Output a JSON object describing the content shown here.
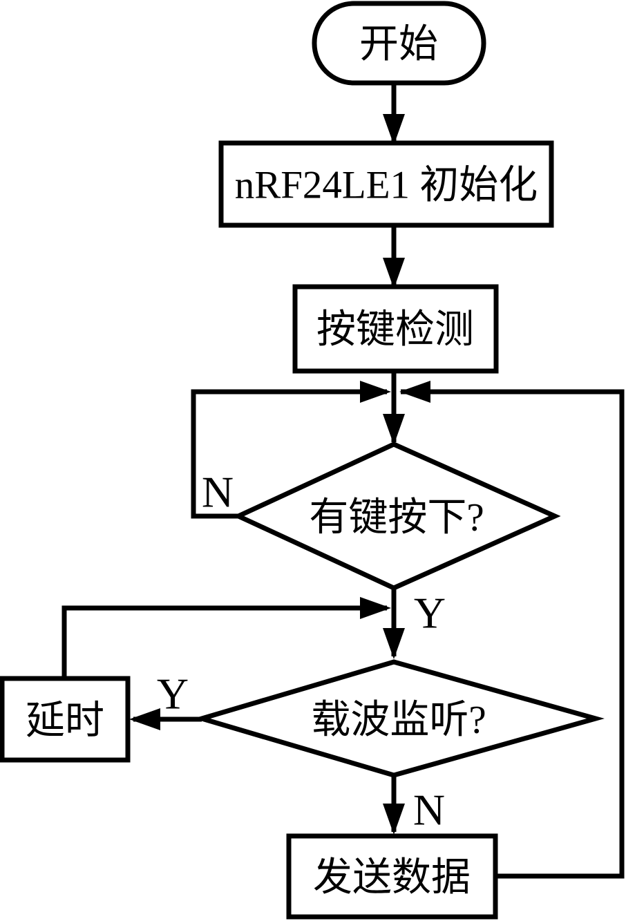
{
  "diagram": {
    "type": "flowchart",
    "colors": {
      "background": "#ffffff",
      "line": "#000000",
      "text": "#000000",
      "node_fill": "#ffffff"
    },
    "nodes": [
      {
        "id": "start",
        "type": "terminator",
        "label": "开始"
      },
      {
        "id": "init",
        "type": "process",
        "label": "nRF24LE1 初始化"
      },
      {
        "id": "key-detect",
        "type": "process",
        "label": "按键检测"
      },
      {
        "id": "key-pressed",
        "type": "decision",
        "label": "有键按下?"
      },
      {
        "id": "carrier-sense",
        "type": "decision",
        "label": "载波监听?"
      },
      {
        "id": "delay",
        "type": "process",
        "label": "延时"
      },
      {
        "id": "send-data",
        "type": "process",
        "label": "发送数据"
      }
    ],
    "edges": [
      {
        "from": "start",
        "to": "init",
        "label": ""
      },
      {
        "from": "init",
        "to": "key-detect",
        "label": ""
      },
      {
        "from": "key-detect",
        "to": "key-pressed",
        "label": ""
      },
      {
        "from": "key-pressed",
        "to": "key-pressed",
        "label": "N"
      },
      {
        "from": "key-pressed",
        "to": "carrier-sense",
        "label": "Y"
      },
      {
        "from": "carrier-sense",
        "to": "delay",
        "label": "Y"
      },
      {
        "from": "delay",
        "to": "carrier-sense",
        "label": ""
      },
      {
        "from": "carrier-sense",
        "to": "send-data",
        "label": "N"
      },
      {
        "from": "send-data",
        "to": "key-pressed",
        "label": ""
      }
    ]
  }
}
